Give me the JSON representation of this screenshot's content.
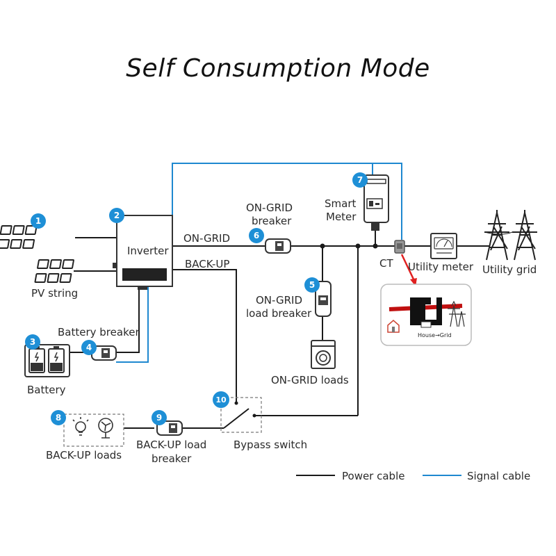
{
  "title": "Self Consumption Mode",
  "components": [
    {
      "number": "1",
      "label": "PV string"
    },
    {
      "number": "2",
      "label": "Inverter"
    },
    {
      "number": "3",
      "label": "Battery"
    },
    {
      "number": "4",
      "label": "Battery breaker"
    },
    {
      "number": "5",
      "label_line1": "ON-GRID",
      "label_line2": "load breaker"
    },
    {
      "number": "6",
      "label_line1": "ON-GRID",
      "label_line2": "breaker"
    },
    {
      "number": "7",
      "label_line1": "Smart",
      "label_line2": "Meter"
    },
    {
      "number": "8",
      "label": "BACK-UP loads"
    },
    {
      "number": "9",
      "label_line1": "BACK-UP load",
      "label_line2": "breaker"
    },
    {
      "number": "10",
      "label": "Bypass switch"
    }
  ],
  "labels": {
    "on_grid_port": "ON-GRID",
    "backup_port": "BACK-UP",
    "on_grid_loads": "ON-GRID loads",
    "ct": "CT",
    "utility_meter": "Utility meter",
    "utility_grid": "Utility grid",
    "ct_inset_text": "House→Grid"
  },
  "legend": [
    {
      "label": "Power cable",
      "color": "#111111"
    },
    {
      "label": "Signal cable",
      "color": "#1e88d0"
    }
  ],
  "colors": {
    "badge": "#1e8fd6",
    "signal": "#1e88d0",
    "power": "#1a1a1a",
    "ct_arrow": "#e02020"
  }
}
